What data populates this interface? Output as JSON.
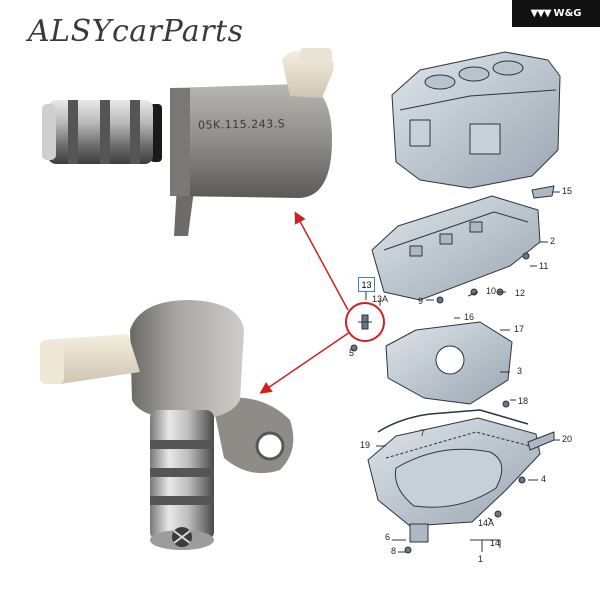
{
  "badge": {
    "text": "W&G",
    "mark": "▼▼▼"
  },
  "brand": {
    "watermark": "ALSYcarParts"
  },
  "product": {
    "engraving": "05K.115.243.S"
  },
  "diagram": {
    "callouts": [
      "15",
      "2",
      "11",
      "13",
      "13A",
      "9",
      "10",
      "12",
      "16",
      "17",
      "5",
      "3",
      "18",
      "7",
      "19",
      "20",
      "4",
      "6",
      "14A",
      "8",
      "14",
      "1"
    ]
  },
  "colors": {
    "highlight": "#d21f1f",
    "callout_box": "#3b82c4",
    "badge_bg": "#111111"
  }
}
